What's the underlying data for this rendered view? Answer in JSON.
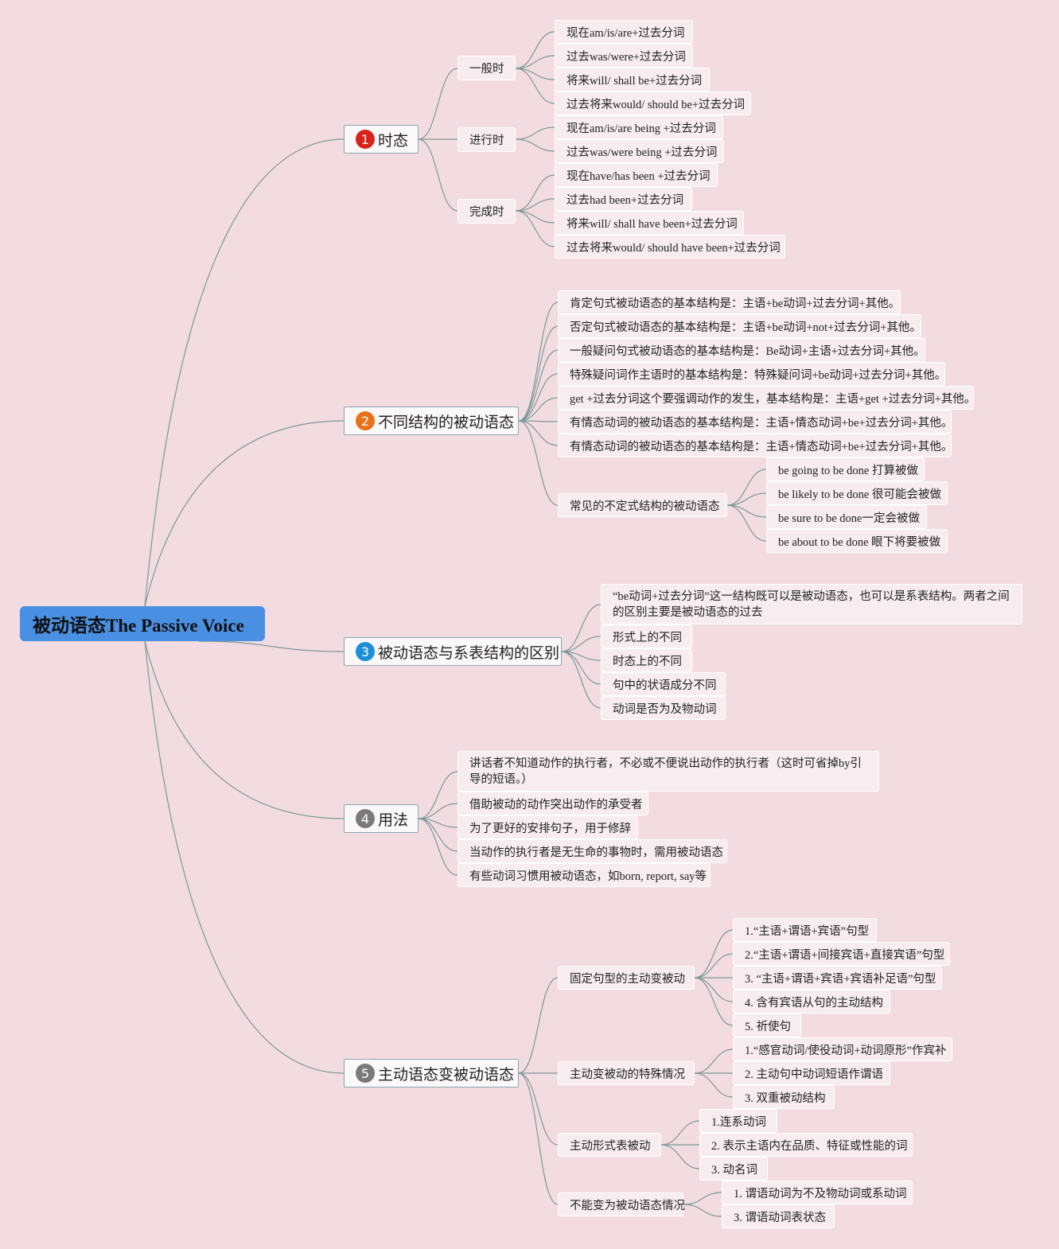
{
  "root": {
    "title": "被动语态The Passive Voice"
  },
  "branches": [
    {
      "num": "1",
      "color": "#d8251c",
      "label": "时态",
      "children": [
        {
          "label": "一般时",
          "items": [
            "现在am/is/are+过去分词",
            "过去was/were+过去分词",
            "将来will/ shall be+过去分词",
            "过去将来would/ should be+过去分词"
          ]
        },
        {
          "label": "进行时",
          "items": [
            "现在am/is/are being +过去分词",
            "过去was/were being +过去分词"
          ]
        },
        {
          "label": "完成时",
          "items": [
            "现在have/has been +过去分词",
            "过去had been+过去分词",
            "将来will/ shall have been+过去分词",
            "过去将来would/ should have been+过去分词"
          ]
        }
      ]
    },
    {
      "num": "2",
      "color": "#e8711c",
      "label": "不同结构的被动语态",
      "items": [
        "肯定句式被动语态的基本结构是：主语+be动词+过去分词+其他。",
        "否定句式被动语态的基本结构是：主语+be动词+not+过去分词+其他。",
        "一般疑问句式被动语态的基本结构是：Be动词+主语+过去分词+其他。",
        "特殊疑问词作主语时的基本结构是：特殊疑问词+be动词+过去分词+其他。",
        "get +过去分词这个要强调动作的发生，基本结构是：主语+get +过去分词+其他。",
        "有情态动词的被动语态的基本结构是：主语+情态动词+be+过去分词+其他。",
        "有情态动词的被动语态的基本结构是：主语+情态动词+be+过去分词+其他。"
      ],
      "group": {
        "label": "常见的不定式结构的被动语态",
        "items": [
          "be going to be done 打算被做",
          "be likely to be done 很可能会被做",
          "be sure to be done一定会被做",
          "be about to be done 眼下将要被做"
        ]
      }
    },
    {
      "num": "3",
      "color": "#1a8fd8",
      "label": "被动语态与系表结构的区别",
      "items": [
        "“be动词+过去分词”这一结构既可以是被动语态，也可以是系表结构。两者之间的区别主要是被动语态的过去",
        "形式上的不同",
        "时态上的不同",
        "句中的状语成分不同",
        "动词是否为及物动词"
      ]
    },
    {
      "num": "4",
      "color": "#7a7a7a",
      "label": "用法",
      "items": [
        "讲话者不知道动作的执行者，不必或不便说出动作的执行者（这时可省掉by引导的短语。）",
        "借助被动的动作突出动作的承受者",
        "为了更好的安排句子，用于修辞",
        "当动作的执行者是无生命的事物时，需用被动语态",
        "有些动词习惯用被动语态，如born, report, say等"
      ]
    },
    {
      "num": "5",
      "color": "#7a7a7a",
      "label": "主动语态变被动语态",
      "children": [
        {
          "label": "固定句型的主动变被动",
          "items": [
            "1.“主语+谓语+宾语”句型",
            "2.“主语+谓语+间接宾语+直接宾语”句型",
            "3. “主语+谓语+宾语+宾语补足语”句型",
            "4. 含有宾语从句的主动结构",
            "5. 祈使句"
          ]
        },
        {
          "label": "主动变被动的特殊情况",
          "items": [
            "1.“感官动词/使役动词+动词原形”作宾补",
            "2. 主动句中动词短语作谓语",
            "3. 双重被动结构"
          ]
        },
        {
          "label": "主动形式表被动",
          "items": [
            "1.连系动词",
            "2. 表示主语内在品质、特征或性能的词",
            "3. 动名词"
          ]
        },
        {
          "label": "不能变为被动语态情况",
          "items": [
            "1. 谓语动词为不及物动词或系动词",
            "3. 谓语动词表状态"
          ]
        }
      ]
    }
  ],
  "colors": {
    "background": "#f3dbe2",
    "root": "#4a90e2",
    "link": "#7a9a94"
  }
}
